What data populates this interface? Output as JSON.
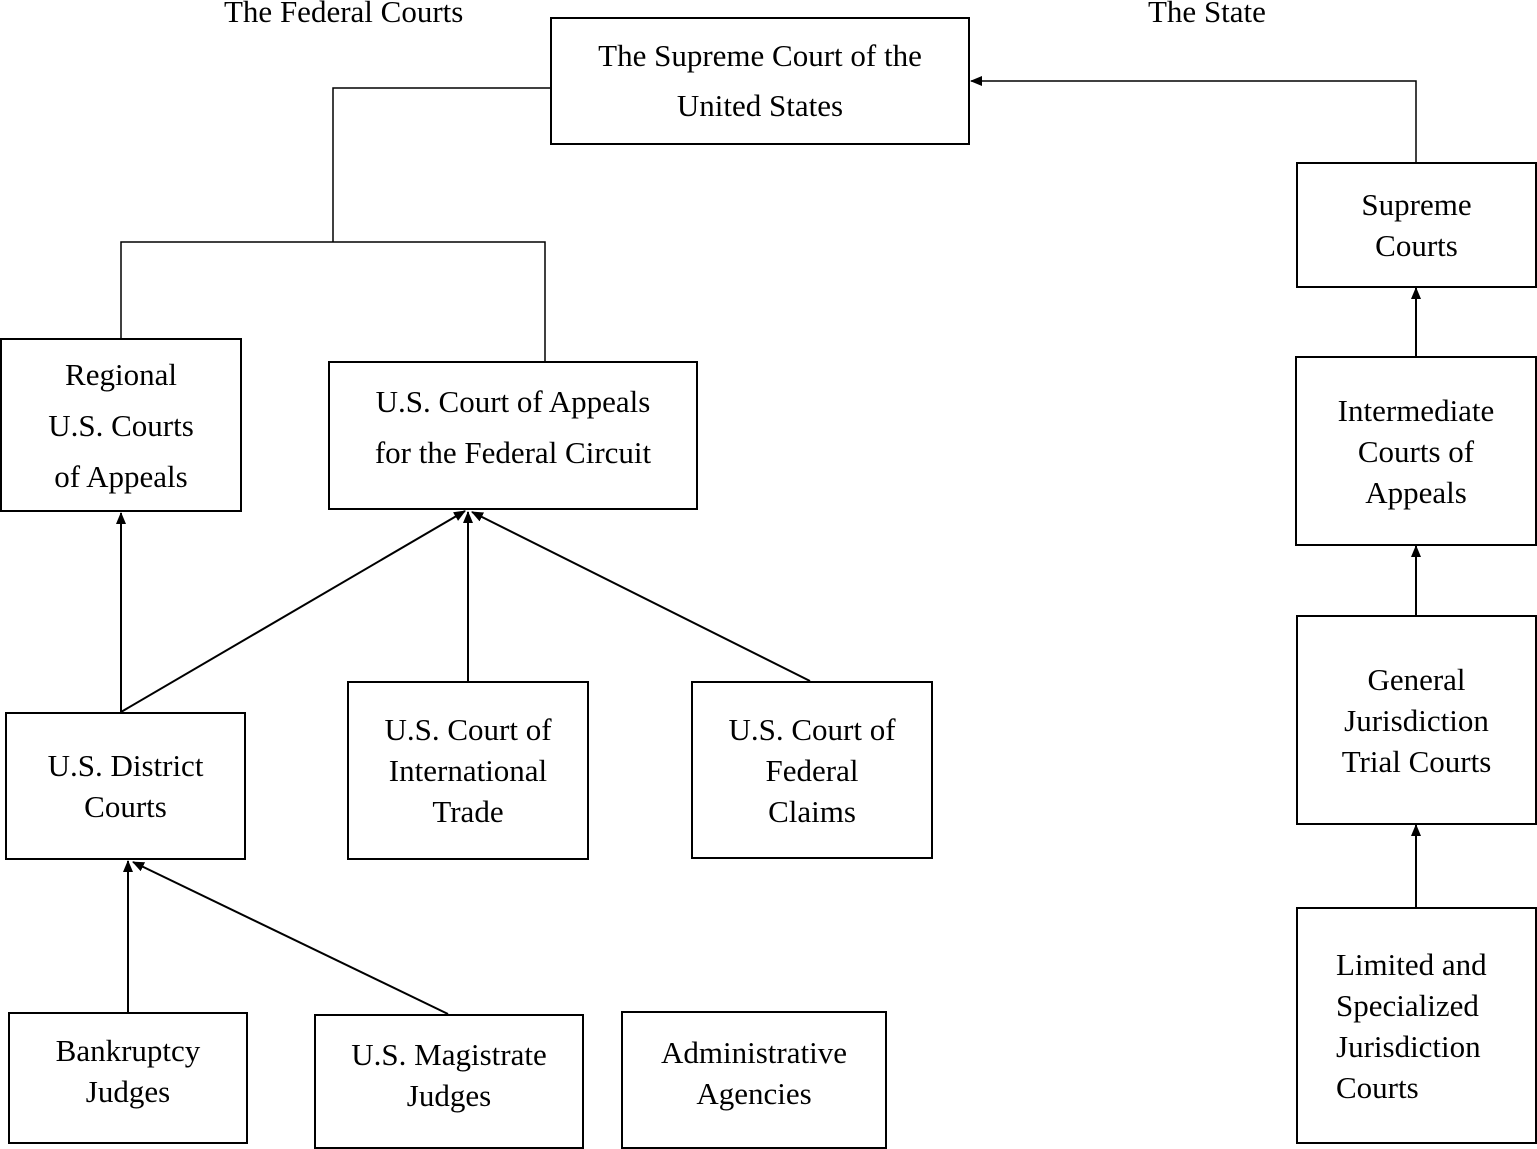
{
  "headers": {
    "federal": "The Federal Courts",
    "state": "The State"
  },
  "nodes": {
    "scotus": "The Supreme Court of the\nUnited States",
    "regional_appeals": "Regional\nU.S. Courts\nof Appeals",
    "federal_circuit": "U.S. Court of Appeals\nfor the Federal Circuit",
    "district_courts": "U.S. District\nCourts",
    "international_trade": "U.S. Court of\nInternational\nTrade",
    "federal_claims": "U.S. Court of\nFederal\nClaims",
    "bankruptcy_judges": "Bankruptcy\nJudges",
    "magistrate_judges": "U.S. Magistrate\nJudges",
    "administrative_agencies": "Administrative\nAgencies",
    "state_supreme": "Supreme\nCourts",
    "state_intermediate": "Intermediate\nCourts of\nAppeals",
    "state_general": "General\nJurisdiction\nTrial Courts",
    "state_limited": "Limited and\nSpecialized\nJurisdiction\nCourts"
  },
  "edges": [
    {
      "from": "regional_appeals",
      "to": "scotus",
      "type": "line"
    },
    {
      "from": "federal_circuit",
      "to": "scotus",
      "type": "line"
    },
    {
      "from": "state_supreme",
      "to": "scotus",
      "type": "arrow"
    },
    {
      "from": "district_courts",
      "to": "regional_appeals",
      "type": "arrow"
    },
    {
      "from": "district_courts",
      "to": "federal_circuit",
      "type": "arrow"
    },
    {
      "from": "international_trade",
      "to": "federal_circuit",
      "type": "arrow"
    },
    {
      "from": "federal_claims",
      "to": "federal_circuit",
      "type": "arrow"
    },
    {
      "from": "bankruptcy_judges",
      "to": "district_courts",
      "type": "arrow"
    },
    {
      "from": "magistrate_judges",
      "to": "district_courts",
      "type": "arrow"
    },
    {
      "from": "state_intermediate",
      "to": "state_supreme",
      "type": "arrow"
    },
    {
      "from": "state_general",
      "to": "state_intermediate",
      "type": "arrow"
    },
    {
      "from": "state_limited",
      "to": "state_general",
      "type": "arrow"
    }
  ]
}
